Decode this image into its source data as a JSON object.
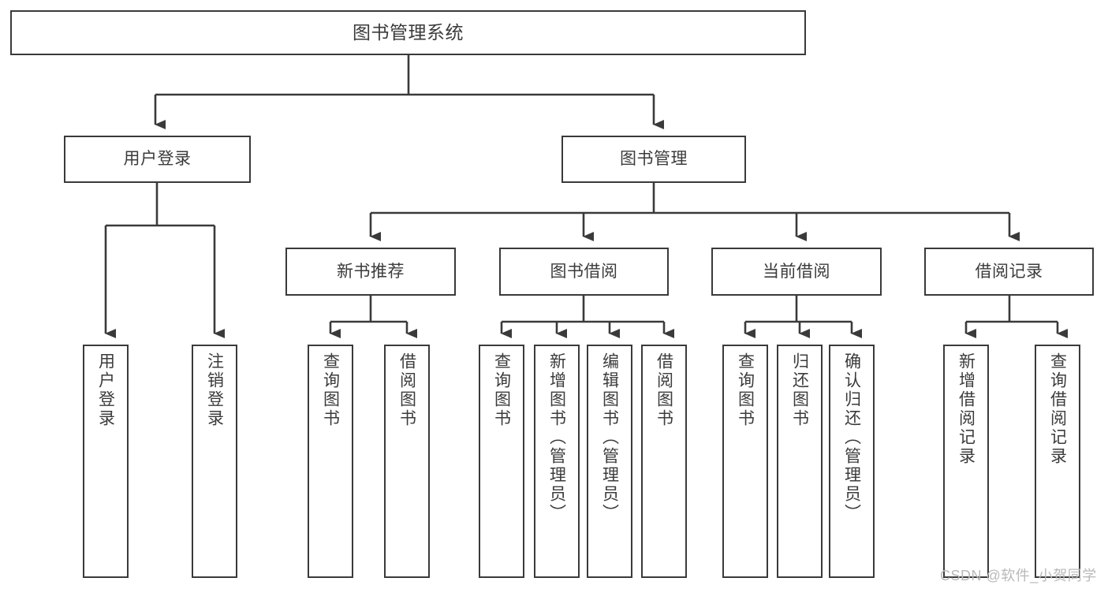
{
  "diagram": {
    "type": "tree-hierarchy-chart",
    "title": "图书管理系统",
    "stroke_color": "#3a3a3a",
    "text_color": "#3b3b3b",
    "background_color": "#ffffff",
    "watermark": "CSDN @软件_小贺同学",
    "watermark_color": "#b9b9b9"
  },
  "nodes": {
    "root": {
      "label": "图书管理系统"
    },
    "level1": [
      {
        "id": "user-login",
        "label": "用户登录"
      },
      {
        "id": "book-management",
        "label": "图书管理"
      }
    ],
    "level2": [
      {
        "id": "new-book-recommend",
        "label": "新书推荐"
      },
      {
        "id": "book-borrow",
        "label": "图书借阅"
      },
      {
        "id": "current-borrow",
        "label": "当前借阅"
      },
      {
        "id": "borrow-record",
        "label": "借阅记录"
      }
    ],
    "leaves": {
      "user_login": [
        {
          "id": "leaf-user-login",
          "label": "用户登录"
        },
        {
          "id": "leaf-logout-login",
          "label": "注销登录"
        }
      ],
      "new_book_recommend": [
        {
          "id": "leaf-query-book-1",
          "label": "查询图书"
        },
        {
          "id": "leaf-borrow-book-1",
          "label": "借阅图书"
        }
      ],
      "book_borrow": [
        {
          "id": "leaf-query-book-2",
          "label": "查询图书"
        },
        {
          "id": "leaf-add-book",
          "label": "新增图书（管理员）"
        },
        {
          "id": "leaf-edit-book",
          "label": "编辑图书（管理员）"
        },
        {
          "id": "leaf-borrow-book-2",
          "label": "借阅图书"
        }
      ],
      "current_borrow": [
        {
          "id": "leaf-query-book-3",
          "label": "查询图书"
        },
        {
          "id": "leaf-return-book",
          "label": "归还图书"
        },
        {
          "id": "leaf-confirm-return",
          "label": "确认归还（管理员）"
        }
      ],
      "borrow_record": [
        {
          "id": "leaf-add-record",
          "label": "新增借阅记录"
        },
        {
          "id": "leaf-query-record",
          "label": "查询借阅记录"
        }
      ]
    }
  }
}
